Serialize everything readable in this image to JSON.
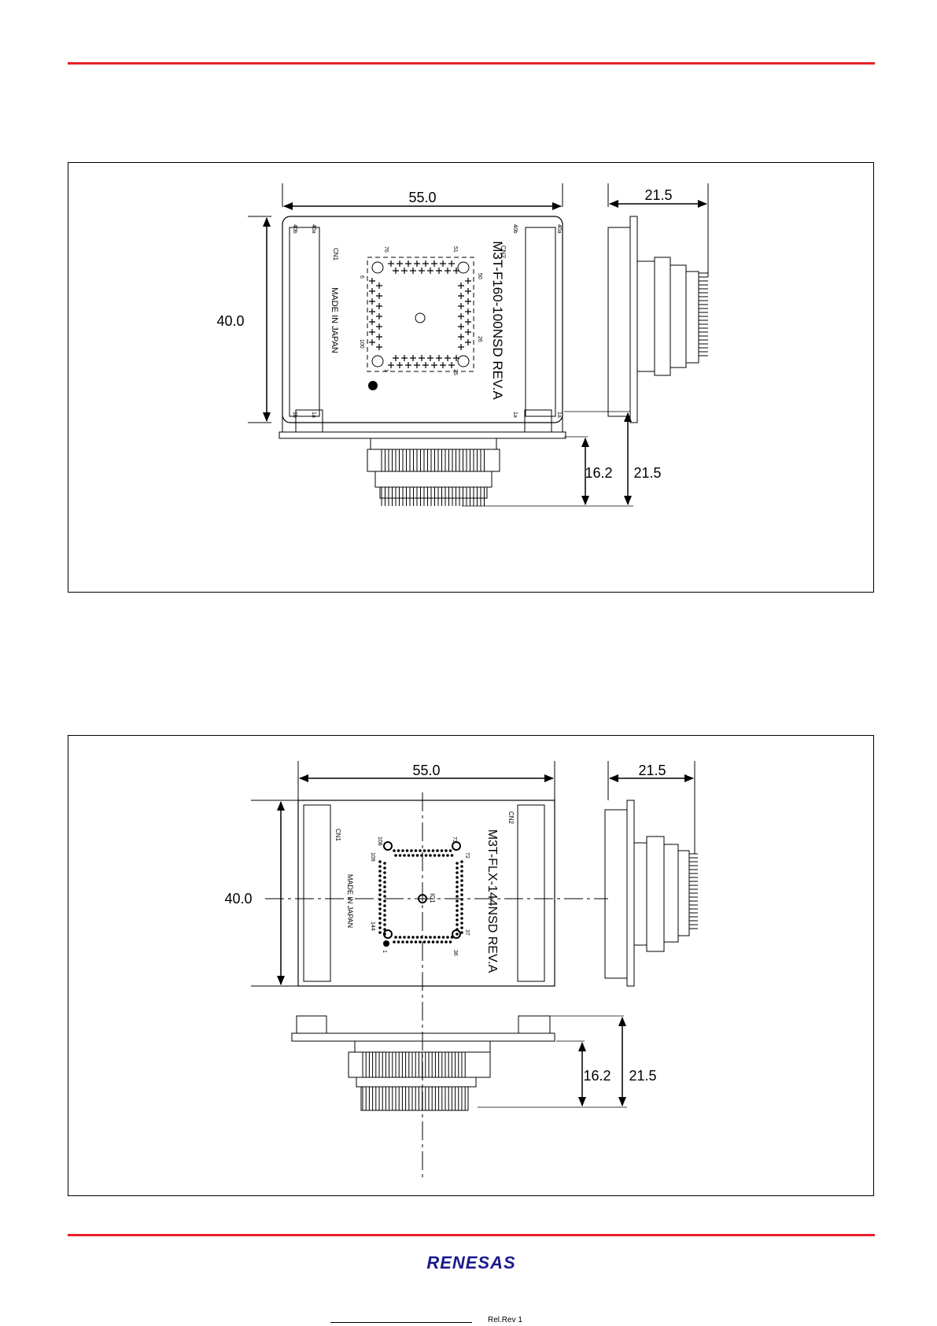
{
  "colors": {
    "accent": "#e8202a",
    "line": "#000000"
  },
  "figure1": {
    "dims": {
      "width": "55.0",
      "height": "40.0",
      "depth": "21.5",
      "height_short": "16.2",
      "height_total": "21.5"
    },
    "board_label": "M3T-F160-100NSD REV.A",
    "made_in": "MADE IN JAPAN",
    "cn1": "CN1",
    "cn2": "CN2",
    "pins": {
      "p76": "76",
      "p51": "51",
      "p50": "50",
      "p26": "26",
      "p25": "25",
      "p1": "1",
      "p100": "100",
      "p6": "6"
    },
    "conn_pins": {
      "a40": "40a",
      "b40": "40b",
      "a1": "1a",
      "b1": "1b"
    }
  },
  "figure2": {
    "dims": {
      "width": "55.0",
      "height": "40.0",
      "depth": "21.5",
      "height_short": "16.2",
      "height_total": "21.5"
    },
    "board_label": "M3T-FLX-144NSD REV.A",
    "made_in": "MADE IN JAPAN",
    "cn1": "CN1",
    "cn2": "CN2",
    "center_mark": "IC1",
    "pins": {
      "p108": "108",
      "p73": "73",
      "p72": "72",
      "p109": "109",
      "p144": "144",
      "p37": "37",
      "p36": "36",
      "p1": "1"
    }
  },
  "footer": {
    "logo": "RENESAS",
    "text": "Rel.Rev 1"
  }
}
